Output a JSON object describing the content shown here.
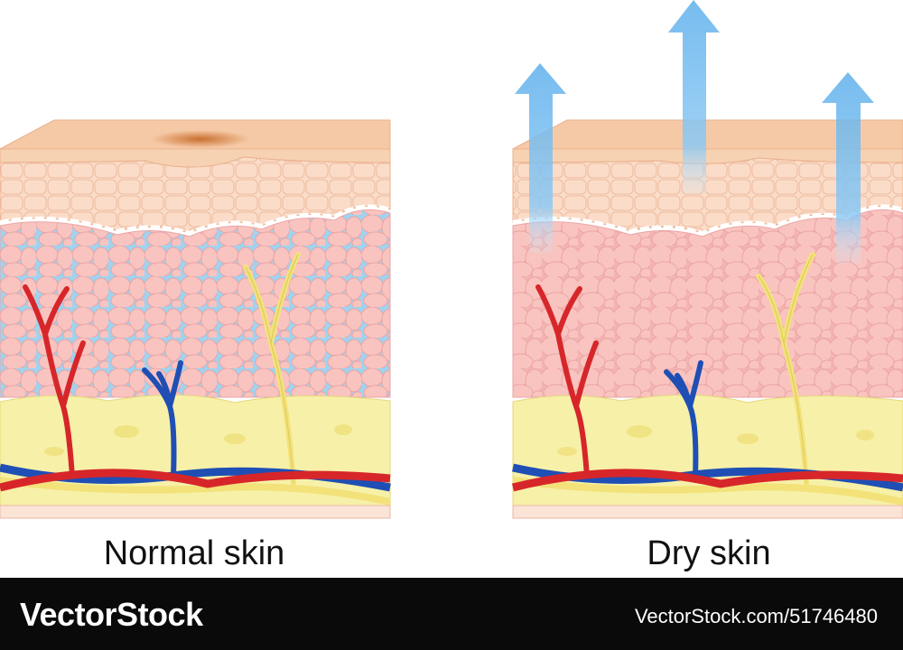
{
  "panels": [
    {
      "id": "normal",
      "caption": "Normal skin",
      "moisture": "high",
      "evaporation_arrows": 0
    },
    {
      "id": "dry",
      "caption": "Dry skin",
      "moisture": "low",
      "evaporation_arrows": 3
    }
  ],
  "colors": {
    "stratum_corneum": "#f6c9a6",
    "epidermis": "#fbdcc8",
    "dermis": "#f9c4c0",
    "water": "#9fd3f0",
    "fat_layer": "#f7f0a8",
    "artery": "#d7262a",
    "vein": "#1f4fb4",
    "nerve": "#f3e27a",
    "evaporation_arrow": "#6ab8ef",
    "footer_bg": "#0a0a0a"
  },
  "footer": {
    "brand": "VectorStock",
    "image_ref": "VectorStock.com/51746480"
  }
}
